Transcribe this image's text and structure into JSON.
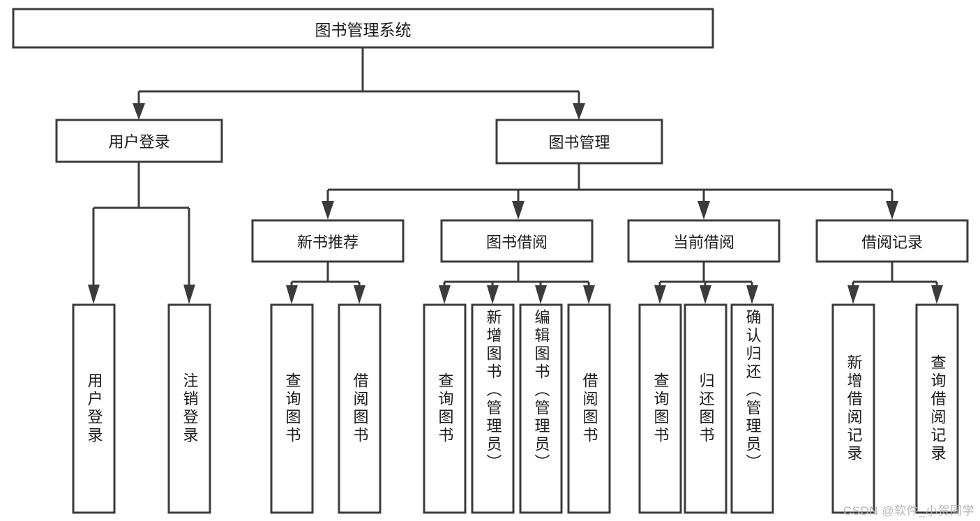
{
  "diagram": {
    "type": "tree-hierarchy",
    "title": "图书管理系统",
    "watermark": "CSDN @软件_小贺同学",
    "colors": {
      "background": "#ffffff",
      "stroke": "#3b3b3b",
      "text": "#1b1b1b",
      "watermark": "#b6b6b6"
    },
    "root": {
      "label": "图书管理系统"
    },
    "level2": [
      {
        "label": "用户登录"
      },
      {
        "label": "图书管理"
      }
    ],
    "level3": [
      {
        "label": "新书推荐"
      },
      {
        "label": "图书借阅"
      },
      {
        "label": "当前借阅"
      },
      {
        "label": "借阅记录"
      }
    ],
    "leaves": {
      "user_login": [
        {
          "label": "用户登录"
        },
        {
          "label": "注销登录"
        }
      ],
      "new_book_recommend": [
        {
          "label": "查询图书"
        },
        {
          "label": "借阅图书"
        }
      ],
      "book_borrow": [
        {
          "label": "查询图书"
        },
        {
          "label": "新增图书（管理员）"
        },
        {
          "label": "编辑图书（管理员）"
        },
        {
          "label": "借阅图书"
        }
      ],
      "current_borrow": [
        {
          "label": "查询图书"
        },
        {
          "label": "归还图书"
        },
        {
          "label": "确认归还（管理员）"
        }
      ],
      "borrow_record": [
        {
          "label": "新增借阅记录"
        },
        {
          "label": "查询借阅记录"
        }
      ]
    }
  }
}
